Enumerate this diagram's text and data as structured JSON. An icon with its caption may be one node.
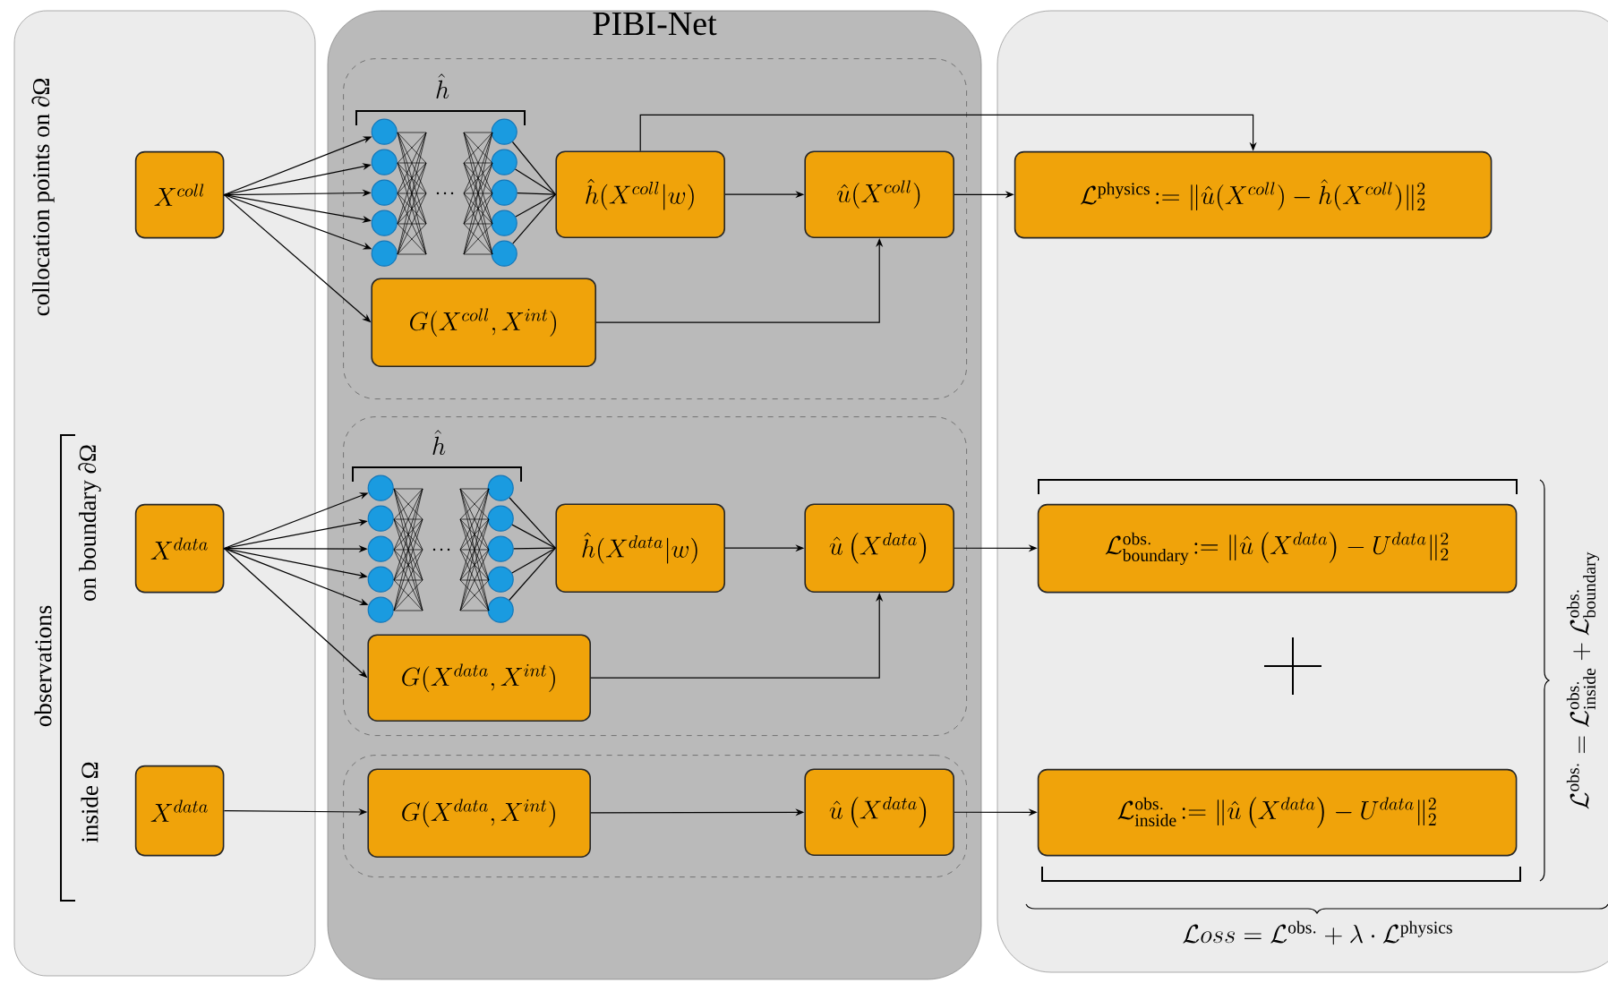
{
  "diagram": {
    "nodes": [
      {
        "text": [],
        "shape": "box"
      },
      {
        "text": [
          "PIBI-Net"
        ]
      },
      {
        "text": [],
        "shape": "box"
      },
      {
        "text": [],
        "shape": "box",
        "in": 1
      },
      {
        "text": [],
        "shape": "box",
        "in": 1
      },
      {
        "text": [],
        "shape": "box",
        "in": 1
      },
      {
        "text": [
          "X^{coll}"
        ],
        "in": 0
      },
      {
        "text": [],
        "shape": "circle",
        "in": 3
      },
      {
        "text": [],
        "shape": "circle",
        "in": 3
      },
      {
        "text": [],
        "shape": "circle",
        "in": 3
      },
      {
        "text": [],
        "shape": "circle",
        "in": 3
      },
      {
        "text": [],
        "shape": "circle",
        "in": 3
      },
      {
        "text": [],
        "shape": "circle",
        "in": 3
      },
      {
        "text": [],
        "shape": "circle",
        "in": 3
      },
      {
        "text": [],
        "shape": "circle",
        "in": 3
      },
      {
        "text": [],
        "shape": "circle",
        "in": 3
      },
      {
        "text": [],
        "shape": "circle",
        "in": 3
      },
      {
        "text": [
          "\\hat{h}(X^{coll}|w)"
        ],
        "in": 3
      },
      {
        "text": [
          "G(X^{coll},X^{int})"
        ],
        "in": 3
      },
      {
        "text": [
          "\\hat{u}(X^{coll})"
        ],
        "in": 3
      },
      {
        "text": [
          "\\mathcal{L}^{\\mathrm{physics}}\\!:=\\|\\hat{u}(X^{coll})-\\hat{h}(X^{coll})\\|_2^2"
        ],
        "in": 2
      },
      {
        "text": [
          "X^{data}"
        ],
        "in": 0
      },
      {
        "text": [],
        "shape": "circle",
        "in": 4
      },
      {
        "text": [],
        "shape": "circle",
        "in": 4
      },
      {
        "text": [],
        "shape": "circle",
        "in": 4
      },
      {
        "text": [],
        "shape": "circle",
        "in": 4
      },
      {
        "text": [],
        "shape": "circle",
        "in": 4
      },
      {
        "text": [],
        "shape": "circle",
        "in": 4
      },
      {
        "text": [],
        "shape": "circle",
        "in": 4
      },
      {
        "text": [],
        "shape": "circle",
        "in": 4
      },
      {
        "text": [],
        "shape": "circle",
        "in": 4
      },
      {
        "text": [],
        "shape": "circle",
        "in": 4
      },
      {
        "text": [
          "\\hat{h}(X^{data}|w)"
        ],
        "in": 4
      },
      {
        "text": [
          "G(X^{data},X^{int})"
        ],
        "in": 4
      },
      {
        "text": [
          "\\hat{u}\\left(X^{data}\\right)"
        ],
        "in": 4
      },
      {
        "text": [
          "\\mathcal{L}^{\\mathrm{obs.}}_{\\mathrm{boundary}}\\!:=\\|\\hat{u}\\left(X^{data}\\right)-U^{data}\\|_2^2"
        ],
        "in": 2
      },
      {
        "text": [
          "X^{data}"
        ],
        "in": 0
      },
      {
        "text": [
          "G(X^{data},X^{int})"
        ],
        "in": 5
      },
      {
        "text": [
          "\\hat{u}\\left(X^{data}\\right)"
        ],
        "in": 5
      },
      {
        "text": [
          "\\mathcal{L}^{\\mathrm{obs.}}_{\\mathrm{inside}}\\!:=\\|\\hat{u}\\left(X^{data}\\right)-U^{data}\\|_2^2"
        ],
        "in": 2
      }
    ],
    "edges": [
      {
        "from": 6,
        "to": 7,
        "arrow": "to"
      },
      {
        "from": 6,
        "to": 8,
        "arrow": "to"
      },
      {
        "from": 6,
        "to": 9,
        "arrow": "to"
      },
      {
        "from": 6,
        "to": 10,
        "arrow": "to"
      },
      {
        "from": 6,
        "to": 11,
        "arrow": "to"
      },
      {
        "from": 6,
        "to": 18,
        "arrow": "to"
      },
      {
        "from": 12,
        "to": 17,
        "arrow": "none"
      },
      {
        "from": 13,
        "to": 17,
        "arrow": "none"
      },
      {
        "from": 14,
        "to": 17,
        "arrow": "none"
      },
      {
        "from": 15,
        "to": 17,
        "arrow": "none"
      },
      {
        "from": 16,
        "to": 17,
        "arrow": "none"
      },
      {
        "from": 17,
        "to": 19,
        "arrow": "to"
      },
      {
        "from": 17,
        "to": 20,
        "arrow": "to"
      },
      {
        "from": 18,
        "to": 19,
        "arrow": "to"
      },
      {
        "from": 19,
        "to": 20,
        "arrow": "to"
      },
      {
        "from": 21,
        "to": 22,
        "arrow": "to"
      },
      {
        "from": 21,
        "to": 23,
        "arrow": "to"
      },
      {
        "from": 21,
        "to": 24,
        "arrow": "to"
      },
      {
        "from": 21,
        "to": 25,
        "arrow": "to"
      },
      {
        "from": 21,
        "to": 26,
        "arrow": "to"
      },
      {
        "from": 21,
        "to": 33,
        "arrow": "to"
      },
      {
        "from": 27,
        "to": 32,
        "arrow": "none"
      },
      {
        "from": 28,
        "to": 32,
        "arrow": "none"
      },
      {
        "from": 29,
        "to": 32,
        "arrow": "none"
      },
      {
        "from": 30,
        "to": 32,
        "arrow": "none"
      },
      {
        "from": 31,
        "to": 32,
        "arrow": "none"
      },
      {
        "from": 32,
        "to": 34,
        "arrow": "to"
      },
      {
        "from": 33,
        "to": 34,
        "arrow": "to"
      },
      {
        "from": 34,
        "to": 35,
        "arrow": "to"
      },
      {
        "from": 36,
        "to": 37,
        "arrow": "to"
      },
      {
        "from": 37,
        "to": 38,
        "arrow": "to"
      },
      {
        "from": 38,
        "to": 39,
        "arrow": "to"
      }
    ],
    "labels": [
      "collocation points on ∂Ω",
      "observations",
      "on boundary ∂Ω",
      "inside Ω",
      "\\hat{h}",
      "\\hat{h}",
      "\\mathcal{L}^{\\mathrm{obs.}}=\\mathcal{L}^{\\mathrm{obs.}}_{\\mathrm{inside}}+\\mathcal{L}^{\\mathrm{obs.}}_{\\mathrm{boundary}}",
      "\\mathcal{L}oss=\\mathcal{L}^{\\mathrm{obs.}}+\\lambda\\cdot\\mathcal{L}^{\\mathrm{physics}}"
    ]
  }
}
